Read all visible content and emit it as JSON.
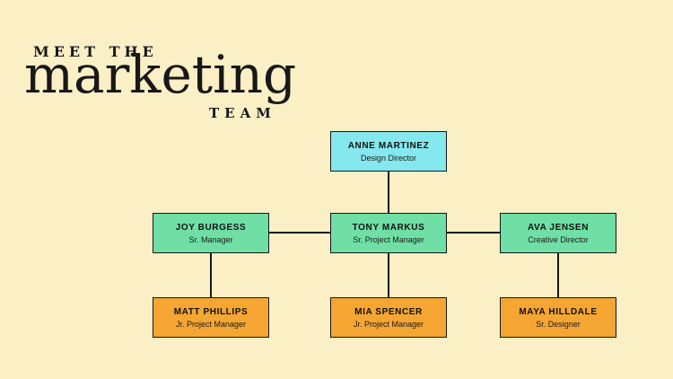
{
  "title": {
    "line1": "MEET THE",
    "line2": "marketing",
    "line3": "TEAM"
  },
  "colors": {
    "background": "#FBEFC6",
    "node_top": "#84E8EE",
    "node_middle": "#6FDFA6",
    "node_bottom": "#F5A632",
    "connector": "#161616",
    "text": "#181818"
  },
  "org": {
    "nodes": [
      {
        "name": "ANNE MARTINEZ",
        "role": "Design Director",
        "color": "cyan"
      },
      {
        "name": "JOY BURGESS",
        "role": "Sr. Manager",
        "color": "green"
      },
      {
        "name": "TONY MARKUS",
        "role": "Sr. Project Manager",
        "color": "green"
      },
      {
        "name": "AVA JENSEN",
        "role": "Creative Director",
        "color": "green"
      },
      {
        "name": "MATT PHILLIPS",
        "role": "Jr. Project Manager",
        "color": "orange"
      },
      {
        "name": "MIA SPENCER",
        "role": "Jr. Project Manager",
        "color": "orange"
      },
      {
        "name": "MAYA HILLDALE",
        "role": "Sr. Designer",
        "color": "orange"
      }
    ],
    "edges": [
      {
        "from": "ANNE MARTINEZ",
        "to": "TONY MARKUS"
      },
      {
        "from": "JOY BURGESS",
        "to": "TONY MARKUS"
      },
      {
        "from": "TONY MARKUS",
        "to": "AVA JENSEN"
      },
      {
        "from": "JOY BURGESS",
        "to": "MATT PHILLIPS"
      },
      {
        "from": "TONY MARKUS",
        "to": "MIA SPENCER"
      },
      {
        "from": "AVA JENSEN",
        "to": "MAYA HILLDALE"
      }
    ]
  }
}
